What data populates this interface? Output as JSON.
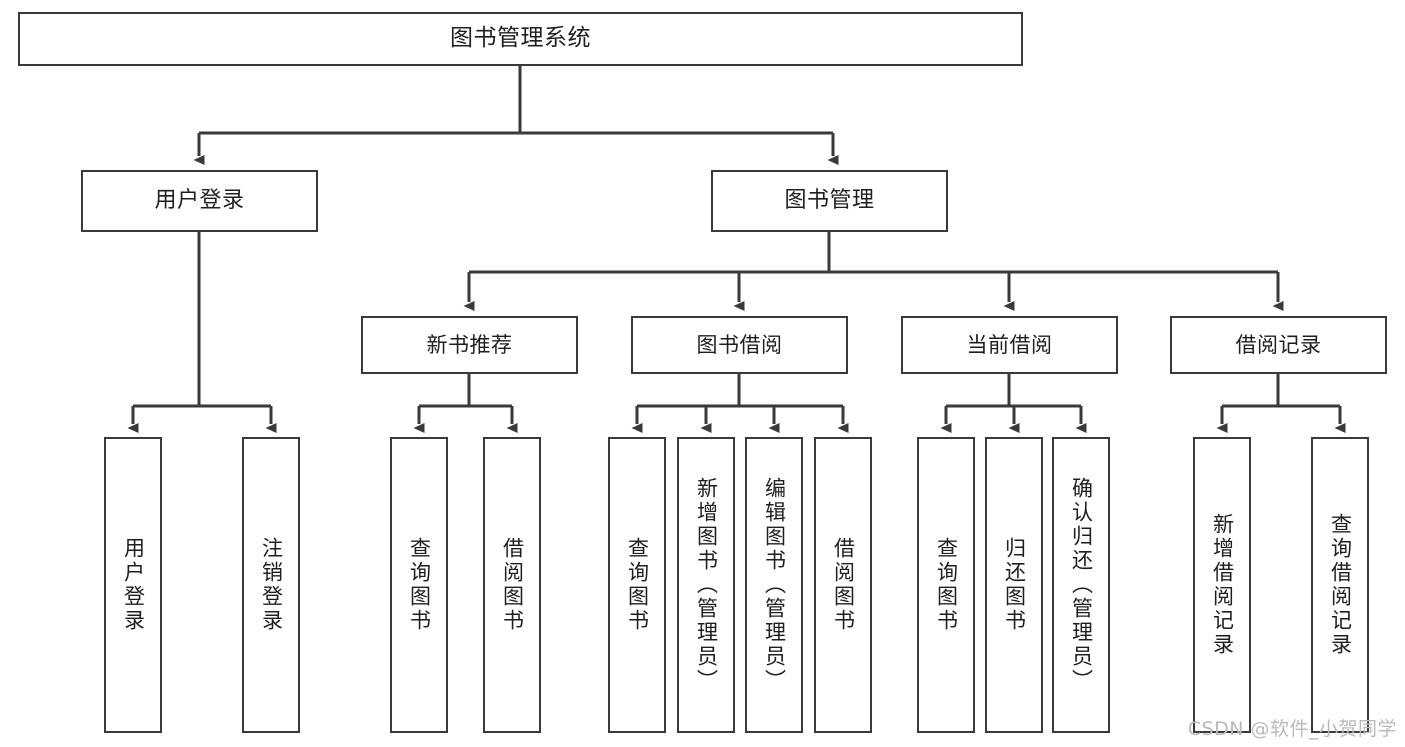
{
  "diagram": {
    "title": "图书管理系统",
    "type": "tree",
    "stroke_color": "#3a3a3a",
    "text_color": "#1f1f1f",
    "background_color": "#ffffff",
    "nodes": {
      "root": {
        "label": "图书管理系统"
      },
      "level2": [
        {
          "label": "用户登录"
        },
        {
          "label": "图书管理"
        }
      ],
      "level3": [
        {
          "label": "新书推荐"
        },
        {
          "label": "图书借阅"
        },
        {
          "label": "当前借阅"
        },
        {
          "label": "借阅记录"
        }
      ],
      "leaves": [
        {
          "label": "用户登录",
          "parent": "用户登录"
        },
        {
          "label": "注销登录",
          "parent": "用户登录"
        },
        {
          "label": "查询图书",
          "parent": "新书推荐"
        },
        {
          "label": "借阅图书",
          "parent": "新书推荐"
        },
        {
          "label": "查询图书",
          "parent": "图书借阅"
        },
        {
          "label": "新增图书（管理员）",
          "parent": "图书借阅"
        },
        {
          "label": "编辑图书（管理员）",
          "parent": "图书借阅"
        },
        {
          "label": "借阅图书",
          "parent": "图书借阅"
        },
        {
          "label": "查询图书",
          "parent": "当前借阅"
        },
        {
          "label": "归还图书",
          "parent": "当前借阅"
        },
        {
          "label": "确认归还（管理员）",
          "parent": "当前借阅"
        },
        {
          "label": "新增借阅记录",
          "parent": "借阅记录"
        },
        {
          "label": "查询借阅记录",
          "parent": "借阅记录"
        }
      ]
    }
  },
  "watermark": {
    "text": "CSDN @软件_小贺同学"
  }
}
